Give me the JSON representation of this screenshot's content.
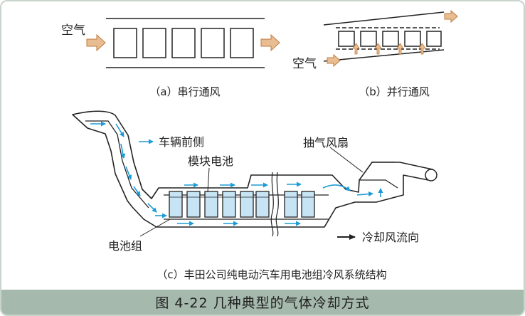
{
  "diagram_a": {
    "air_label": "空气",
    "caption": "（a）串行通风"
  },
  "diagram_b": {
    "air_label": "空气",
    "caption": "（b）并行通风"
  },
  "diagram_c": {
    "label_vehicle_side": "车辆前侧",
    "label_module_battery": "模块电池",
    "label_fan": "抽气风扇",
    "label_battery_pack": "电池组",
    "legend_flow": "冷却风流向",
    "caption": "（c）丰田公司纯电动汽车用电池组冷风系统结构"
  },
  "figure_caption": "图 4-22  几种典型的气体冷却方式",
  "colors": {
    "arrow_orange_fill": "#e8bd92",
    "arrow_orange_stroke": "#c17c3e",
    "flow_blue": "#1d9bd6",
    "battery_fill": "#c7e4f5",
    "caption_bar": "#a6b9ad",
    "line": "#222222"
  }
}
